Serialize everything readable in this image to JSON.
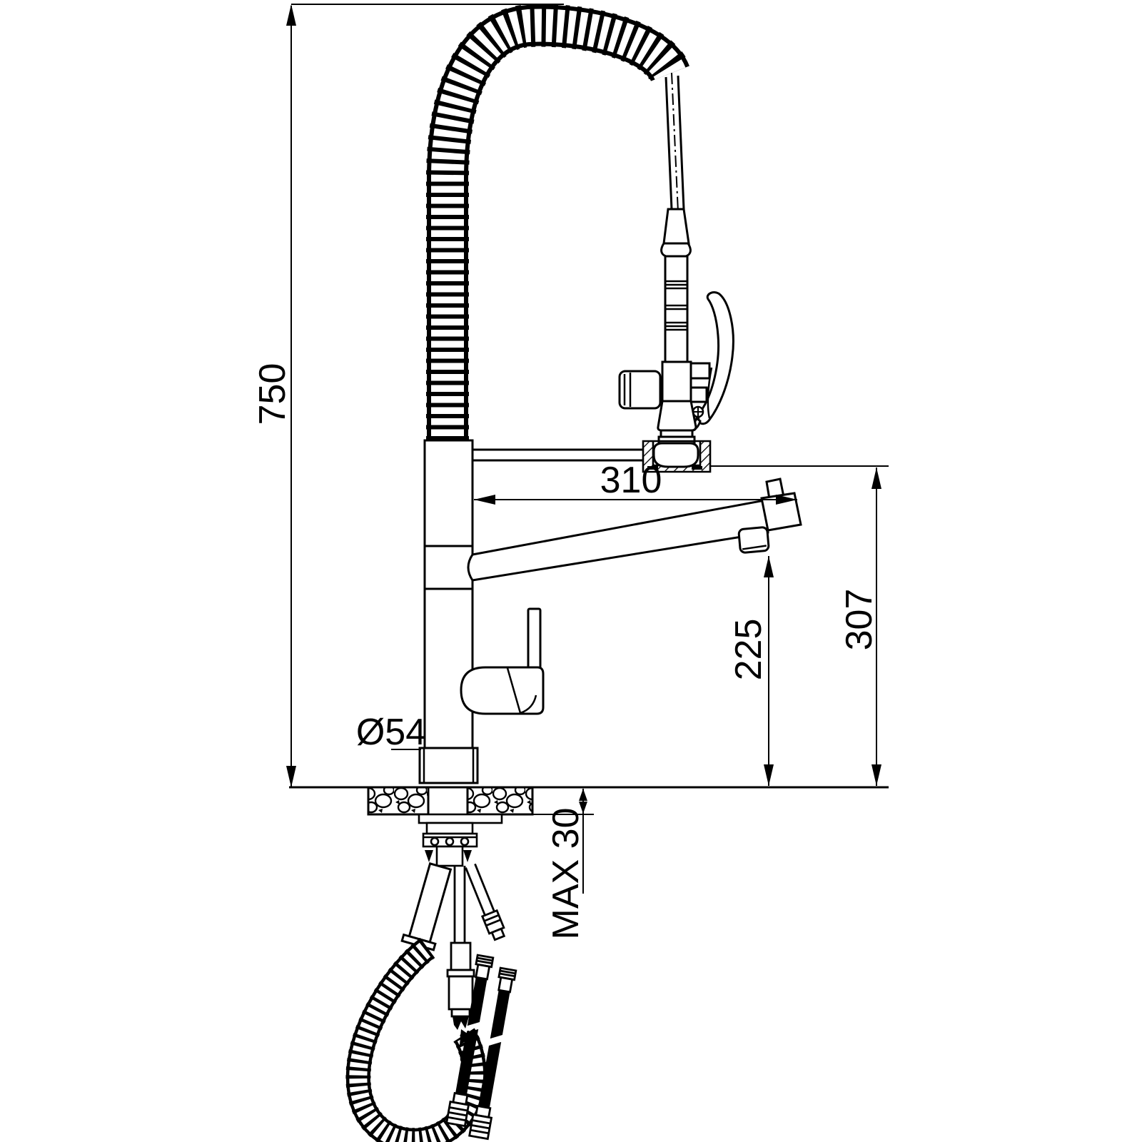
{
  "drawing": {
    "type": "technical-drawing",
    "subject": "kitchen-faucet-with-pull-down-spring-sprayer",
    "colors": {
      "background": "#ffffff",
      "lines": "#000000"
    },
    "dimensions": {
      "overall_height": "750",
      "spout_reach": "310",
      "spray_rest_height": "307",
      "spout_outlet_height": "225",
      "base_diameter": "Ø54",
      "max_counter_thickness": "MAX 30"
    }
  }
}
